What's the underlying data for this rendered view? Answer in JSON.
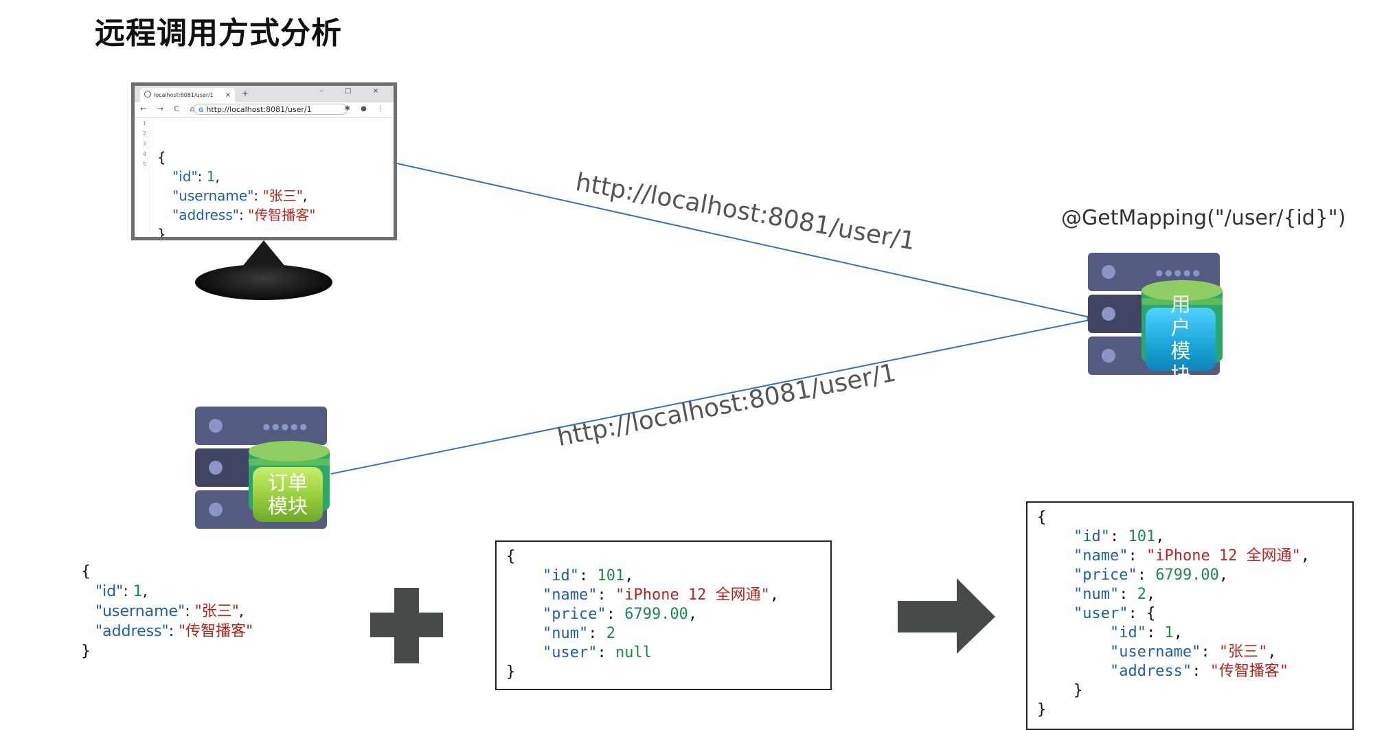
{
  "title": "远程调用方式分析",
  "browser": {
    "tab_title": "localhost:8081/user/1",
    "new_tab": "+",
    "window_controls": "– □ ×",
    "nav_buttons": "← → C ⌂",
    "url": "http://localhost:8081/user/1",
    "line_numbers": [
      "1",
      "2",
      "3",
      "4",
      "5"
    ],
    "json_open": "{",
    "json_close": "}",
    "key_id": "\"id\"",
    "val_id": "1",
    "key_username": "\"username\"",
    "val_username": "\"张三\"",
    "key_address": "\"address\"",
    "val_address": "\"传智播客\""
  },
  "arrows": {
    "request_label_top": "http://localhost:8081/user/1",
    "request_label_bottom": "http://localhost:8081/user/1"
  },
  "user_service": {
    "annotation": "@GetMapping(\"/user/{id}\")",
    "label": "用户模块",
    "label_lines": [
      "用",
      "户",
      "模",
      "块"
    ]
  },
  "order_service": {
    "label_lines": [
      "订单",
      "模块"
    ]
  },
  "user_json": {
    "open": "{",
    "key_id": "\"id\"",
    "val_id": "1",
    "key_username": "\"username\"",
    "val_username": "\"张三\"",
    "key_address": "\"address\"",
    "val_address": "\"传智播客\"",
    "close": "}"
  },
  "order_json": {
    "open": "{",
    "key_id": "\"id\"",
    "val_id": "101",
    "key_name": "\"name\"",
    "val_name": "\"iPhone 12 全网通\"",
    "key_price": "\"price\"",
    "val_price": "6799.00",
    "key_num": "\"num\"",
    "val_num": "2",
    "key_user": "\"user\"",
    "val_user": "null",
    "close": "}"
  },
  "merged_json": {
    "open": "{",
    "key_id": "\"id\"",
    "val_id": "101",
    "key_name": "\"name\"",
    "val_name": "\"iPhone 12 全网通\"",
    "key_price": "\"price\"",
    "val_price": "6799.00",
    "key_num": "\"num\"",
    "val_num": "2",
    "key_user": "\"user\"",
    "user_open": "{",
    "key_uid": "\"id\"",
    "val_uid": "1",
    "key_uname": "\"username\"",
    "val_uname": "\"张三\"",
    "key_uaddr": "\"address\"",
    "val_uaddr": "\"传智播客\"",
    "user_close": "}",
    "close": "}"
  },
  "colors": {
    "json_key": "#1f5fa6",
    "json_string": "#b3261e",
    "json_number": "#1a8a4a",
    "arrow_line": "#3b6fb6",
    "operator": "#454a4a"
  },
  "icons": [
    "browser-monitor-icon",
    "server-rack-icon",
    "database-cylinder-icon",
    "plus-icon",
    "arrow-right-icon"
  ]
}
